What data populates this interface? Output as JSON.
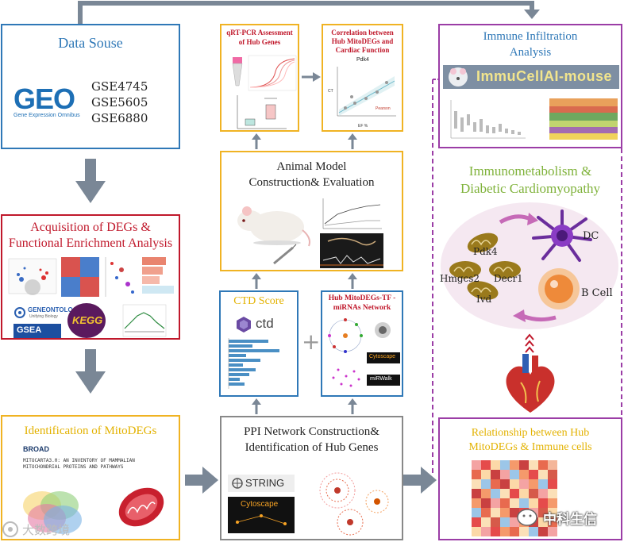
{
  "data_source": {
    "title": "Data Souse",
    "geo_logo": "GEO",
    "geo_subtitle": "Gene Expression Omnibus",
    "datasets": [
      "GSE4745",
      "GSE5605",
      "GSE6880"
    ]
  },
  "degs": {
    "title_line1": "Acquisition of DEGs &",
    "title_line2": "Functional Enrichment Analysis",
    "gene_ontology": "GENEONTOLOGY",
    "gene_ontology_sub": "Unifying Biology",
    "gsea": "GSEA",
    "kegg": "KEGG"
  },
  "mito": {
    "title": "Identification of MitoDEGs",
    "broad": "BROAD",
    "mitocarta": "MITOCARTA3.0: AN INVENTORY OF MAMMALIAN MITOCHONDRIAL PROTEINS AND PATHWAYS"
  },
  "ppi": {
    "title_line1": "PPI Network Construction&",
    "title_line2": "Identification of Hub Genes",
    "string": "STRING",
    "cytoscape": "Cytoscape"
  },
  "ctd": {
    "title": "CTD Score",
    "logo": "ctd"
  },
  "hub_network": {
    "title_line1": "Hub MitoDEGs-TF -",
    "title_line2": "miRNAs Network",
    "cytoscape": "Cytoscape",
    "mirwalk": "miRWalk",
    "plus": "+"
  },
  "animal": {
    "title_line1": "Animal Model",
    "title_line2": "Construction& Evaluation"
  },
  "qrt": {
    "title_line1": "qRT-PCR Assessment",
    "title_line2": "of Hub Genes"
  },
  "corr": {
    "title_line1": "Correlation between",
    "title_line2": "Hub MitoDEGs and",
    "title_line3": "Cardiac Function",
    "gene": "Pdk4",
    "xlabel": "EF %",
    "ylabel": "CT",
    "stat_label": "Pearson"
  },
  "immune": {
    "title_line1": "Immune Infiltration",
    "title_line2": "Analysis",
    "banner": "ImmuCellAI-mouse"
  },
  "immunometabolism": {
    "title_line1": "Immunometabolism &",
    "title_line2": "Diabetic Cardiomyopathy",
    "genes": [
      "Pdk4",
      "Hmgcs2",
      "Decr1",
      "Ivd"
    ],
    "cells": [
      "DC",
      "B Cell"
    ]
  },
  "relationship": {
    "title_line1": "Relationship between Hub",
    "title_line2": "MitoDEGs & Immune cells"
  },
  "watermarks": {
    "left": "大数跨境",
    "right": "中科生信"
  },
  "colors": {
    "blue_border": "#2f78b7",
    "red_border": "#c0182b",
    "yellow_border": "#f0b323",
    "purple_border": "#9b3da6",
    "arrow_gray": "#7a8796"
  }
}
